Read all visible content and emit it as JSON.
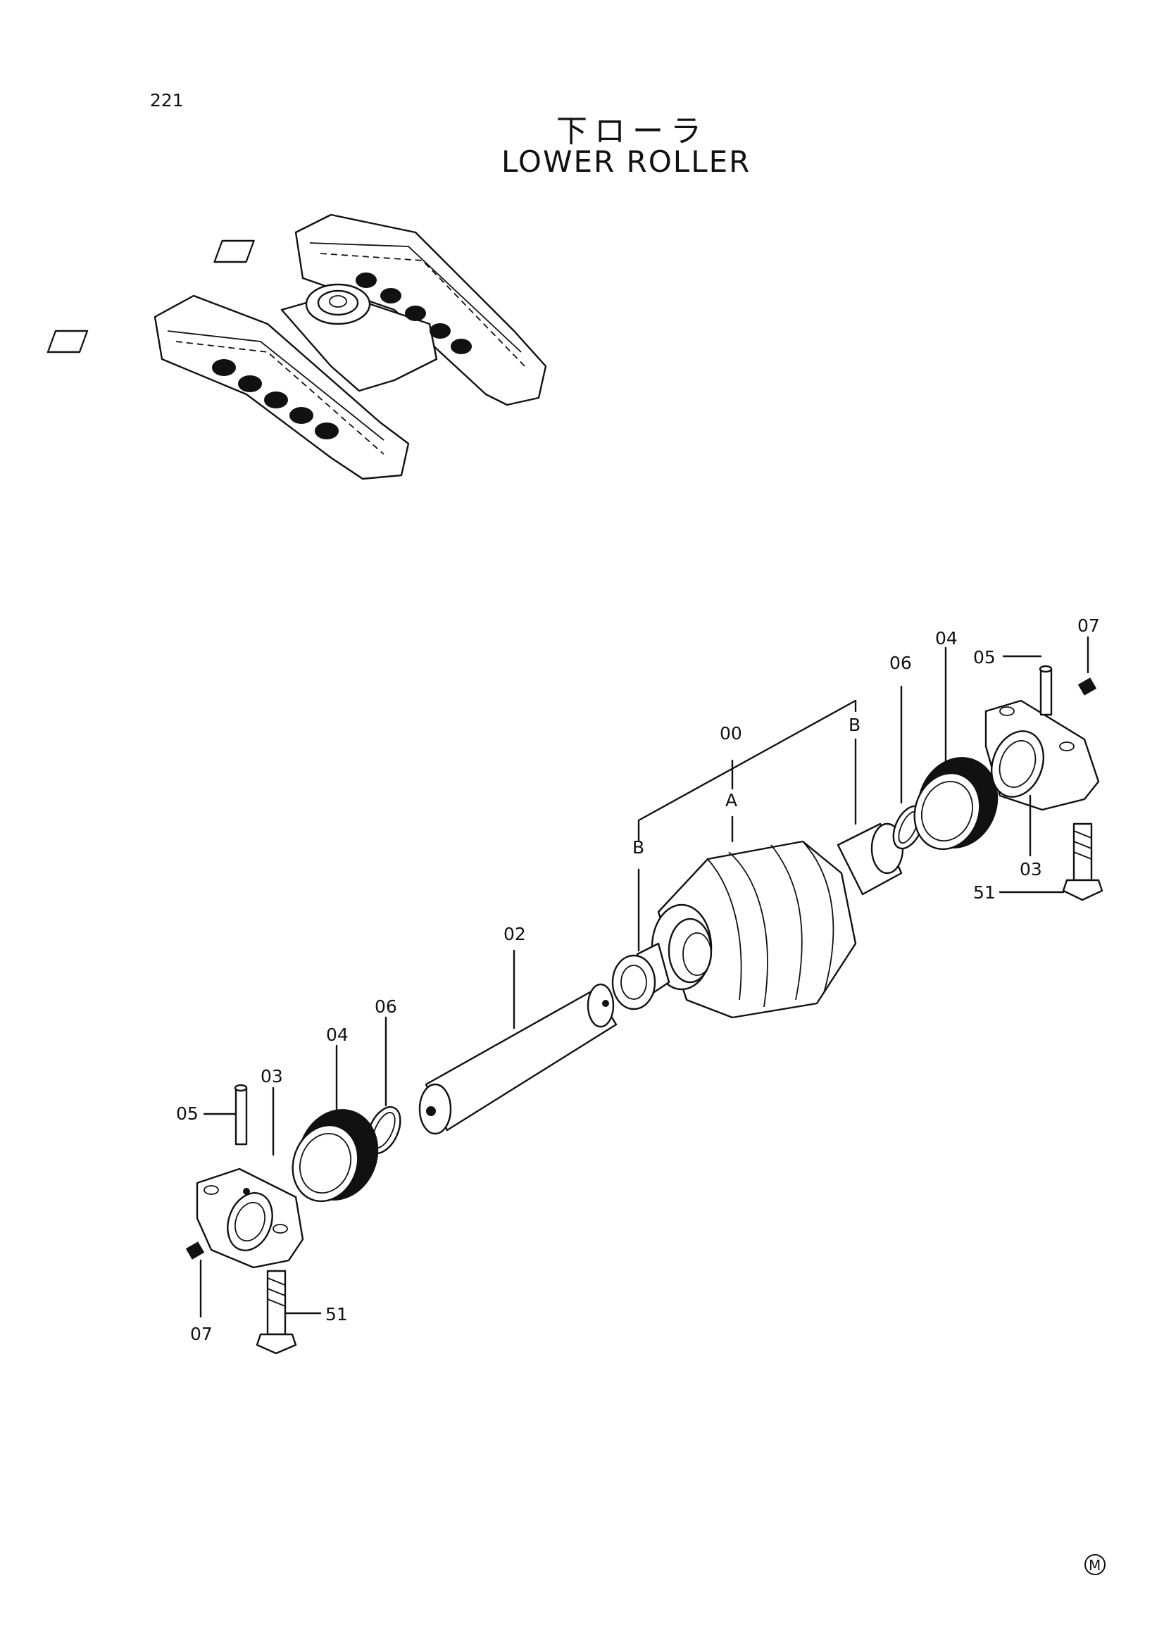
{
  "page_number": "221",
  "title_jp": "下ローラ",
  "title_en": "LOWER ROLLER",
  "mark": "M",
  "labels": {
    "assembly": "00",
    "ref_a": "A",
    "ref_b_left": "B",
    "ref_b_right": "B",
    "shaft": "02",
    "left_bracket": "03",
    "left_seal": "04",
    "left_pin": "05",
    "left_oring": "06",
    "left_plug": "07",
    "left_bolt": "51",
    "right_bracket": "03",
    "right_seal": "04",
    "right_pin": "05",
    "right_oring": "06",
    "right_plug": "07",
    "right_bolt": "51"
  }
}
